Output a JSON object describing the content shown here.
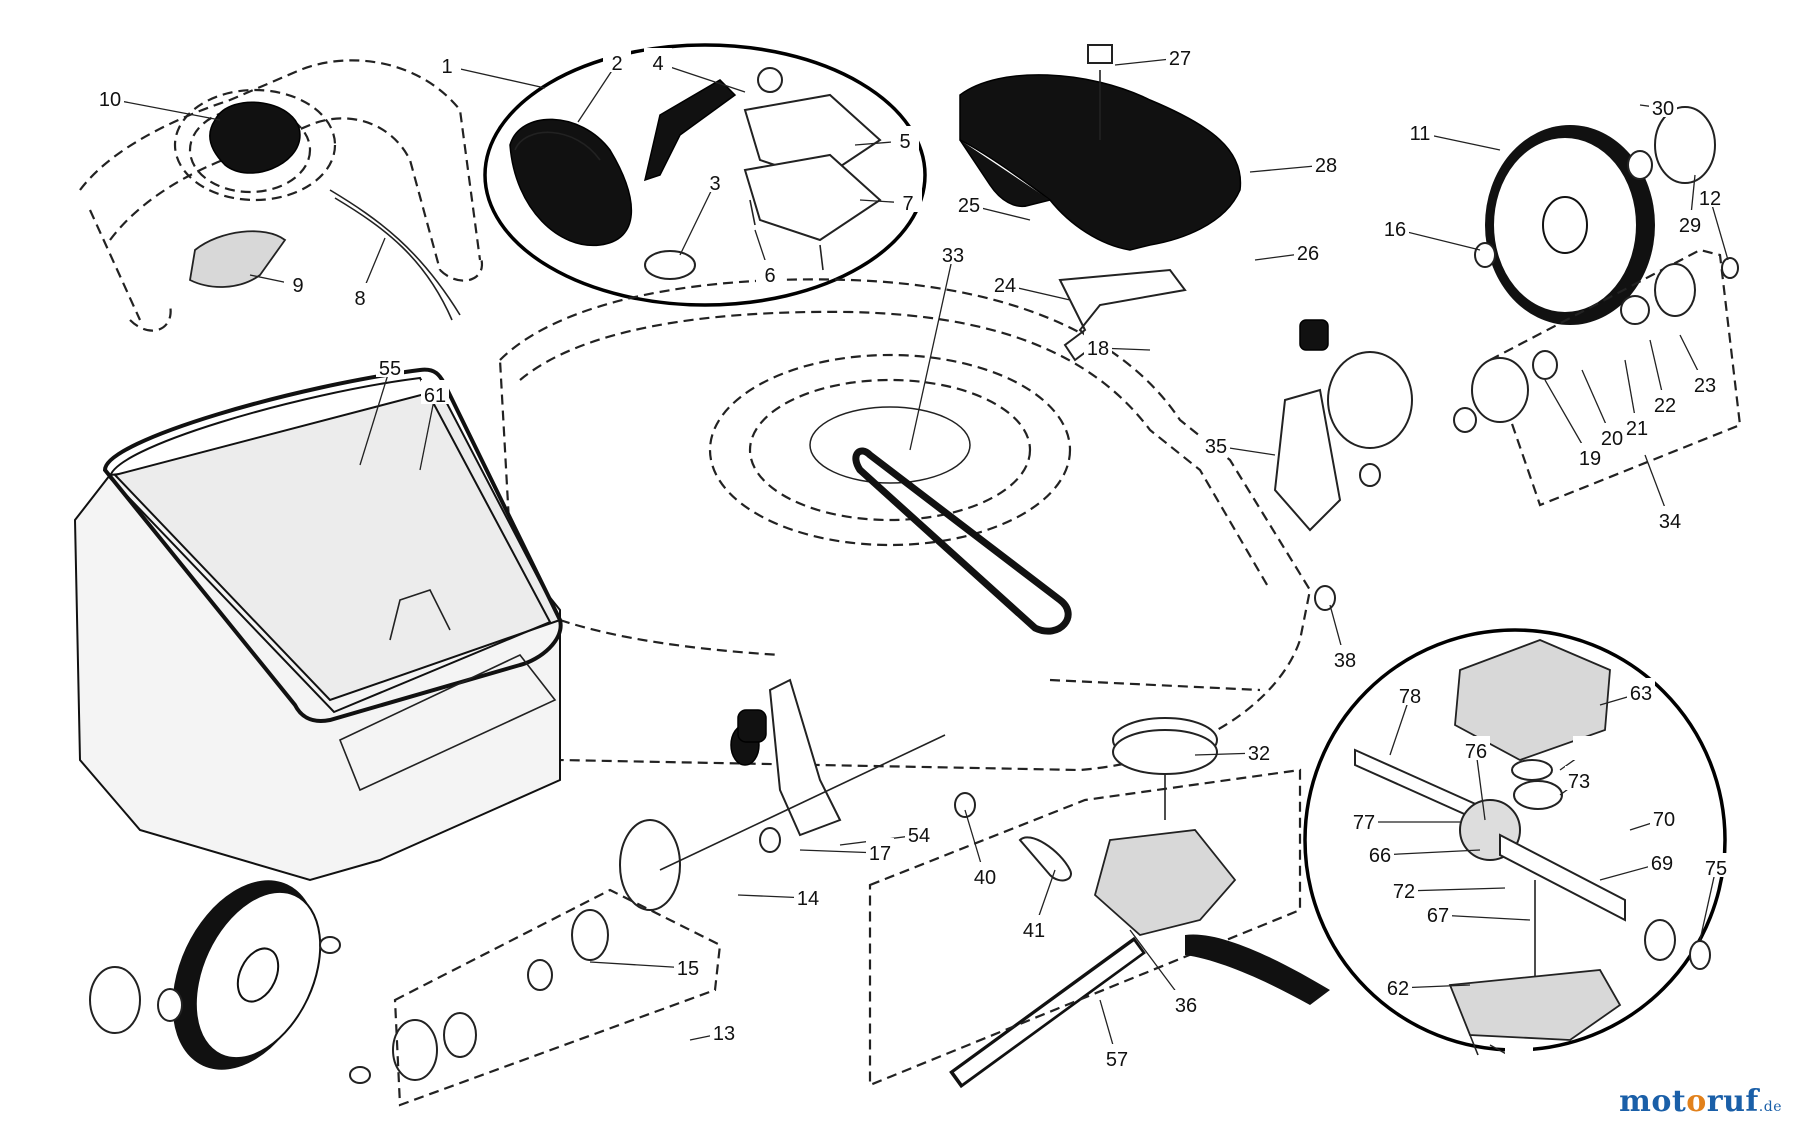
{
  "diagram": {
    "callouts": [
      "1",
      "2",
      "3",
      "4",
      "5",
      "6",
      "7",
      "8",
      "9",
      "10",
      "11",
      "12",
      "13",
      "14",
      "15",
      "16",
      "17",
      "18",
      "19",
      "20",
      "21",
      "22",
      "23",
      "24",
      "25",
      "26",
      "27",
      "28",
      "29",
      "30",
      "32",
      "33",
      "34",
      "35",
      "36",
      "38",
      "40",
      "41",
      "54",
      "55",
      "57",
      "61",
      "62",
      "63",
      "66",
      "67",
      "69",
      "70",
      "72",
      "73",
      "75",
      "76",
      "77",
      "78"
    ]
  },
  "watermark": {
    "part1": "mot",
    "part2": "o",
    "part3": "ruf",
    "part4": ".de"
  }
}
